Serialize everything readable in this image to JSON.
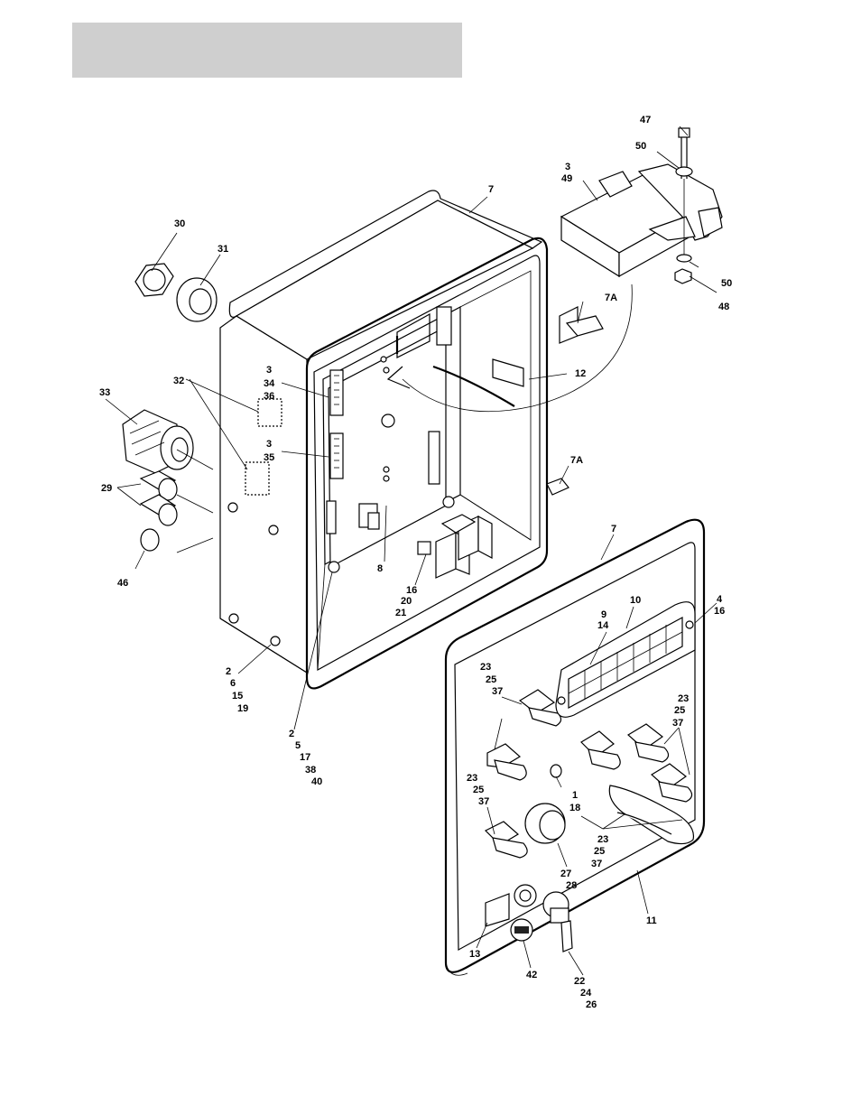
{
  "callouts": {
    "c47": "47",
    "c50a": "50",
    "c3_49a": "3",
    "c3_49b": "49",
    "c7top": "7",
    "c30": "30",
    "c31": "31",
    "c50b": "50",
    "c48": "48",
    "c7a1": "7A",
    "c12": "12",
    "c3_34a": "3",
    "c3_34b": "34",
    "c3_34c": "36",
    "c32": "32",
    "c33": "33",
    "c3_35a": "3",
    "c3_35b": "35",
    "c7a2": "7A",
    "c29": "29",
    "c46": "46",
    "c8": "8",
    "c16a": "16",
    "c16b": "20",
    "c16c": "21",
    "c7right": "7",
    "c10": "10",
    "c4a": "4",
    "c4b": "16",
    "c9a": "9",
    "c9b": "14",
    "c23a1": "23",
    "c23a2": "25",
    "c23a3": "37",
    "c2a1": "2",
    "c2a2": "6",
    "c2a3": "15",
    "c2a4": "19",
    "c23b1": "23",
    "c23b2": "25",
    "c23b3": "37",
    "c2b1": "2",
    "c2b2": "5",
    "c2b3": "17",
    "c2b4": "38",
    "c2b5": "40",
    "c23c1": "23",
    "c23c2": "25",
    "c23c3": "37",
    "c1a": "1",
    "c1b": "18",
    "c23d1": "23",
    "c23d2": "25",
    "c23d3": "37",
    "c27a": "27",
    "c27b": "28",
    "c11": "11",
    "c13": "13",
    "c42": "42",
    "c22a": "22",
    "c22b": "24",
    "c22c": "26"
  }
}
